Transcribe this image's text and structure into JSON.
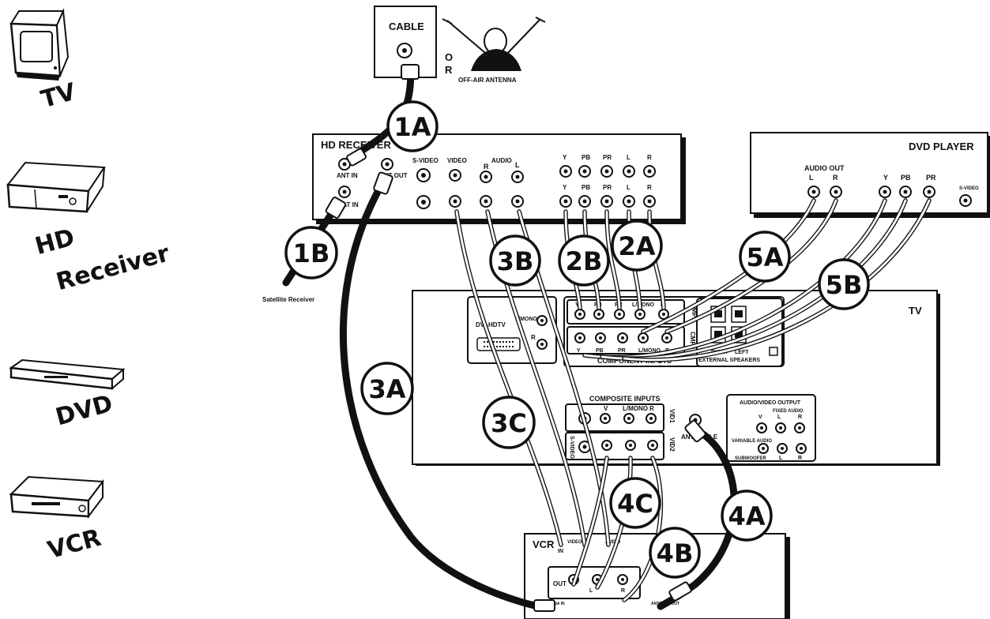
{
  "legend": {
    "tv_label": "TV",
    "hd_receiver_label_line1": "HD",
    "hd_receiver_label_line2": "Receiver",
    "dvd_label": "DVD",
    "vcr_label": "VCR"
  },
  "sources": {
    "cable_label": "CABLE",
    "or_label_o": "O",
    "or_label_r": "R",
    "antenna_label": "OFF-AIR ANTENNA",
    "satellite_label": "Satellite Receiver"
  },
  "hd_receiver": {
    "title": "HD RECEIVER",
    "ant_in": "ANT IN",
    "ant_out": "ANT OUT",
    "sat_in": "SAT IN",
    "s_video": "S-VIDEO",
    "video": "VIDEO",
    "audio": "AUDIO",
    "r": "R",
    "l": "L",
    "comp_top": [
      "Y",
      "PB",
      "PR",
      "L",
      "R"
    ],
    "comp_bottom": [
      "Y",
      "PB",
      "PR",
      "L",
      "R"
    ]
  },
  "dvd_player": {
    "title": "DVD PLAYER",
    "audio_out": "AUDIO OUT",
    "l": "L",
    "r": "R",
    "y": "Y",
    "pb": "PB",
    "pr": "PR",
    "s_video": "S-VIDEO"
  },
  "tv_panel": {
    "title": "TV",
    "dvi_hdtv": "DVI-HDTV",
    "l_mono": "L/MONO",
    "r": "R",
    "component_inputs": "COMPONENT INPUTS",
    "cmp_row1": [
      "Y",
      "PB",
      "PR",
      "L/MONO",
      "R"
    ],
    "cmp_row2": [
      "Y",
      "PB",
      "PR",
      "L/MONO",
      "R"
    ],
    "cmp1": "CMP1",
    "cmp2": "CMP2",
    "external_speakers": "EXTERNAL SPEAKERS",
    "right": "RIGHT",
    "left": "LEFT",
    "composite_inputs": "COMPOSITE INPUTS",
    "comp_v": "V",
    "comp_lmono": "L/MONO",
    "comp_r": "R",
    "vid1": "VID1",
    "vid2": "VID2",
    "s_video": "S-VIDEO",
    "ant_cable": "ANT/CABLE",
    "av_output": "AUDIO/VIDEO OUTPUT",
    "fixed_audio": "FIXED AUDIO",
    "av_v": "V",
    "av_l": "L",
    "av_r": "R",
    "variable_audio": "VARIABLE AUDIO",
    "subwoofer": "SUBWOOFER",
    "sub_l": "L",
    "sub_r": "R"
  },
  "vcr_panel": {
    "title": "VCR",
    "in": "IN",
    "video": "VIDEO",
    "audio": "AUDIO",
    "out": "OUT",
    "l": "L",
    "r": "R",
    "antenna_in": "ANTENNA IN",
    "antenna_out": "ANTENNA OUT"
  },
  "callouts": [
    "1A",
    "1B",
    "2A",
    "2B",
    "3A",
    "3B",
    "3C",
    "4A",
    "4B",
    "4C",
    "5A",
    "5B"
  ]
}
